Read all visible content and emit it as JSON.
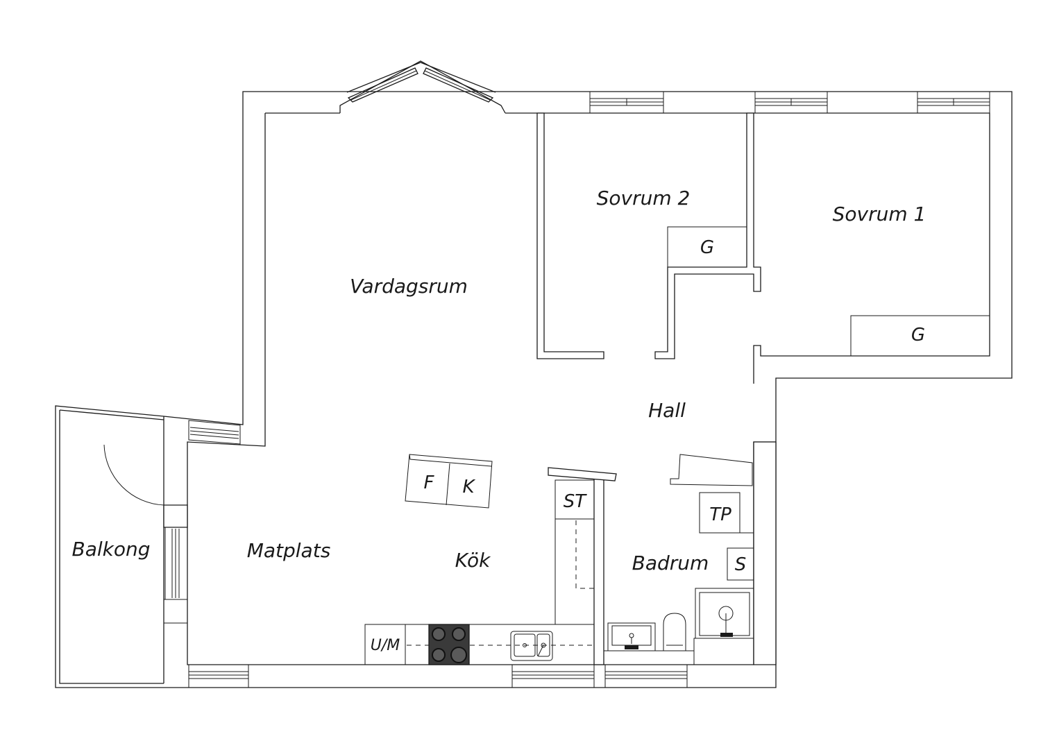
{
  "rooms": {
    "vardagsrum": "Vardagsrum",
    "sovrum2": "Sovrum 2",
    "sovrum1": "Sovrum 1",
    "hall": "Hall",
    "balkong": "Balkong",
    "matplats": "Matplats",
    "kok": "Kök",
    "badrum": "Badrum"
  },
  "fixtures": {
    "wardrobe_sovrum2": "G",
    "wardrobe_sovrum1": "G",
    "freezer": "F",
    "fridge": "K",
    "dishwasher": "ST",
    "dryer": "TP",
    "washer": "S",
    "oven_microwave": "U/M"
  },
  "icons": [
    "door-swing-icon",
    "stove-icon",
    "kitchen-sink-icon",
    "bathroom-sink-icon",
    "toilet-icon",
    "shower-icon"
  ]
}
